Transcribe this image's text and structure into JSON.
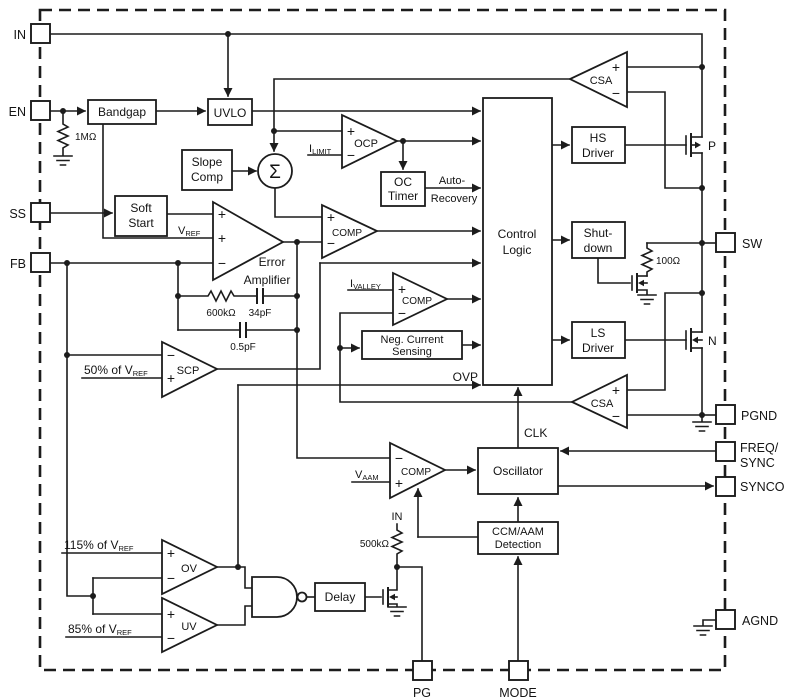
{
  "diagram": {
    "pins": {
      "in": "IN",
      "en": "EN",
      "ss": "SS",
      "fb": "FB",
      "sw": "SW",
      "pgnd": "PGND",
      "freq_l1": "FREQ/",
      "freq_l2": "SYNC",
      "synco": "SYNCO",
      "agnd": "AGND",
      "pg": "PG",
      "mode": "MODE"
    },
    "blocks": {
      "bandgap": "Bandgap",
      "uvlo": "UVLO",
      "slope_l1": "Slope",
      "slope_l2": "Comp",
      "soft_l1": "Soft",
      "soft_l2": "Start",
      "octimer_l1": "OC",
      "octimer_l2": "Timer",
      "logic_l1": "Control",
      "logic_l2": "Logic",
      "hs_l1": "HS",
      "hs_l2": "Driver",
      "sd_l1": "Shut-",
      "sd_l2": "down",
      "ls_l1": "LS",
      "ls_l2": "Driver",
      "ncs_l1": "Neg. Current",
      "ncs_l2": "Sensing",
      "osc": "Oscillator",
      "ccm_l1": "CCM/AAM",
      "ccm_l2": "Detection",
      "delay": "Delay"
    },
    "amps": {
      "ocp": "OCP",
      "pwm_comp": "COMP",
      "error_l1": "Error",
      "error_l2": "Amplifier",
      "csa_top": "CSA",
      "csa_bot": "CSA",
      "valley_comp": "COMP",
      "scp": "SCP",
      "aam_comp": "COMP",
      "ov": "OV",
      "uv": "UV",
      "plus": "+",
      "minus": "−",
      "sigma": "Σ"
    },
    "signals": {
      "i": "I",
      "v": "V",
      "limit": "LIMIT",
      "valley": "VALLEY",
      "ref": "REF",
      "aam": "AAM",
      "pct50": "50% of V",
      "pct115": "115% of V",
      "pct85": "85% of V",
      "ovp": "OVP",
      "clk": "CLK",
      "auto_l1": "Auto-",
      "auto_l2": "Recovery",
      "in_rail": "IN",
      "p": "P",
      "n": "N"
    },
    "values": {
      "r_en": "1MΩ",
      "r_fb": "600kΩ",
      "c_fb": "34pF",
      "c_ff": "0.5pF",
      "r_sw": "100Ω",
      "r_pg": "500kΩ"
    }
  }
}
